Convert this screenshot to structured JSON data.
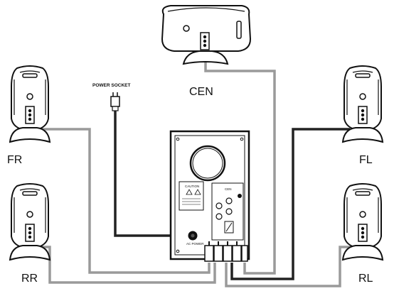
{
  "diagram": {
    "labels": {
      "center": "CEN",
      "front_right": "FR",
      "front_left": "FL",
      "rear_right": "RR",
      "rear_left": "RL",
      "power_socket": "POWER SOCKET"
    },
    "panel": {
      "caution": "CAUTION",
      "ac_power": "AC POWER",
      "cen": "CEN"
    },
    "colors": {
      "cable_gray": "#9a9a9a",
      "cable_black": "#222222",
      "line": "#111111"
    }
  }
}
